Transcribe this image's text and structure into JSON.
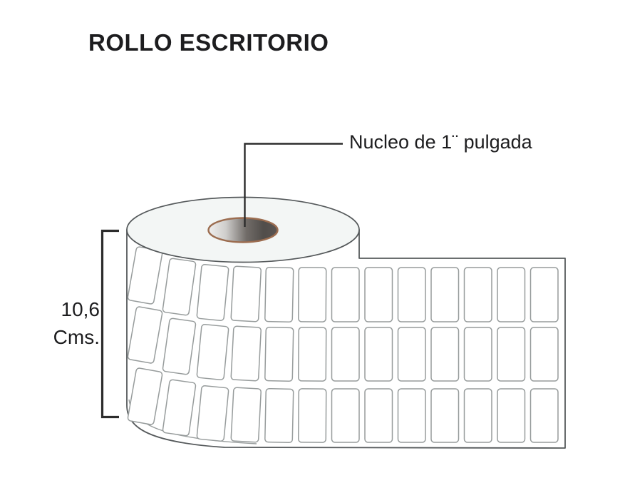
{
  "title": "ROLLO ESCRITORIO",
  "callout": {
    "label": "Nucleo de 1¨ pulgada"
  },
  "dimension": {
    "value": "10,6",
    "unit": "Cms."
  },
  "colors": {
    "background": "#ffffff",
    "text": "#1d1d1f",
    "outline": "#55595b",
    "label_stroke": "#979c9c",
    "roll_top_fill": "#f3f6f5",
    "core_ring": "#9c6d50",
    "core_light": "#efeeed",
    "core_mid": "#716c68",
    "core_dark": "#4f4b48",
    "annotation_line": "#2c2c2c"
  }
}
